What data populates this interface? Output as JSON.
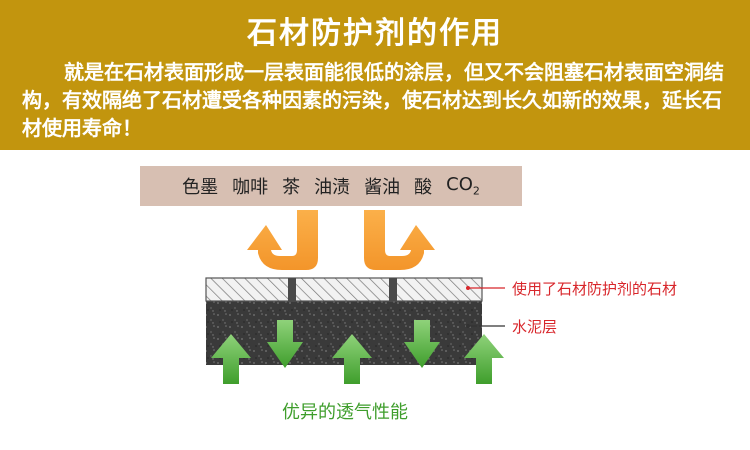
{
  "header": {
    "title": "石材防护剂的作用",
    "description": "就是在石材表面形成一层表面能很低的涂层，但又不会阻塞石材表面空洞结构，有效隔绝了石材遭受各种因素的污染，使石材达到长久如新的效果，延长石材使用寿命！"
  },
  "pollutants": {
    "items": [
      "色墨",
      "咖啡",
      "茶",
      "油渍",
      "酱油",
      "酸"
    ],
    "co2_main": "CO",
    "co2_sub": "2"
  },
  "labels": {
    "treated_stone": "使用了石材防护剂的石材",
    "cement_layer": "水泥层"
  },
  "caption": "优异的透气性能",
  "colors": {
    "header_bg": "#c2950e",
    "pollutant_bar": "#d7bfb2",
    "orange_arrow": "#f7a13a",
    "green_arrow": "#4fae34",
    "label_red": "#d8262b",
    "caption_green": "#3f9e2c"
  }
}
